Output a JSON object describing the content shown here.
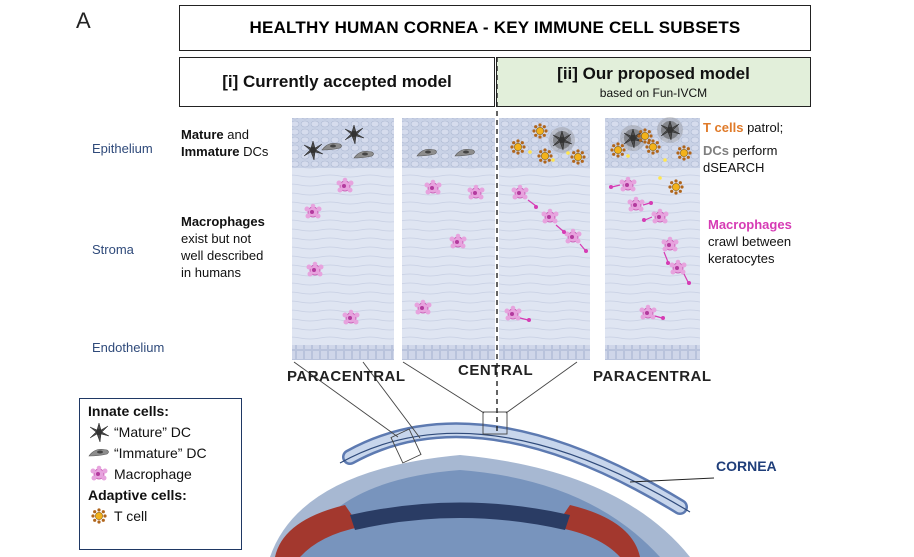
{
  "panel_letter": "A",
  "title": "HEALTHY HUMAN CORNEA - KEY IMMUNE CELL SUBSETS",
  "models": {
    "current": {
      "label": "[i] Currently accepted model"
    },
    "proposed": {
      "label": "[ii] Our proposed model",
      "sublabel": "based on Fun-IVCM"
    }
  },
  "layers": {
    "epithelium": "Epithelium",
    "stroma": "Stroma",
    "endothelium": "Endothelium"
  },
  "left_notes": {
    "dc_bold1": "Mature",
    "dc_text1": " and",
    "dc_bold2": "Immature",
    "dc_text2": " DCs",
    "mac_bold": "Macrophages",
    "mac_line2": "exist but not",
    "mac_line3": "well described",
    "mac_line4": "in humans"
  },
  "right_notes": {
    "tcell_bold": "T cells",
    "tcell_text": " patrol;",
    "dc_bold": "DCs",
    "dc_text": " perform",
    "dc_line2": "dSEARCH",
    "mac_bold": "Macrophages",
    "mac_line2": "crawl between",
    "mac_line3": "keratocytes"
  },
  "regions": {
    "left": "PARACENTRAL",
    "center": "CENTRAL",
    "right": "PARACENTRAL"
  },
  "cornea_label": "CORNEA",
  "legend": {
    "innate_heading": "Innate cells:",
    "mature_dc": "“Mature” DC",
    "immature_dc": "“Immature” DC",
    "macrophage": "Macrophage",
    "adaptive_heading": "Adaptive cells:",
    "t_cell": "T cell"
  },
  "colors": {
    "tcell_text": "#e07b2a",
    "dc_text": "#7f7f7f",
    "macrophage_text": "#d63bb4",
    "proposed_bg": "#e2efda",
    "stroma": "#dfe5f2",
    "layer_text": "#2f4a7a"
  }
}
